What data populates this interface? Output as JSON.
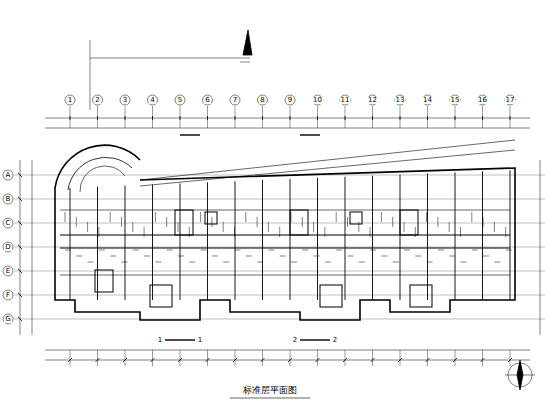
{
  "diagram": {
    "caption": "标准层平面图",
    "labels": [
      "1",
      "2",
      "3",
      "4",
      "5",
      "6",
      "7",
      "8",
      "9",
      "10",
      "11",
      "12",
      "13",
      "14",
      "15",
      "16",
      "17",
      "A",
      "B",
      "C",
      "D",
      "E",
      "F",
      "G",
      "1",
      "1",
      "2",
      "2"
    ]
  }
}
